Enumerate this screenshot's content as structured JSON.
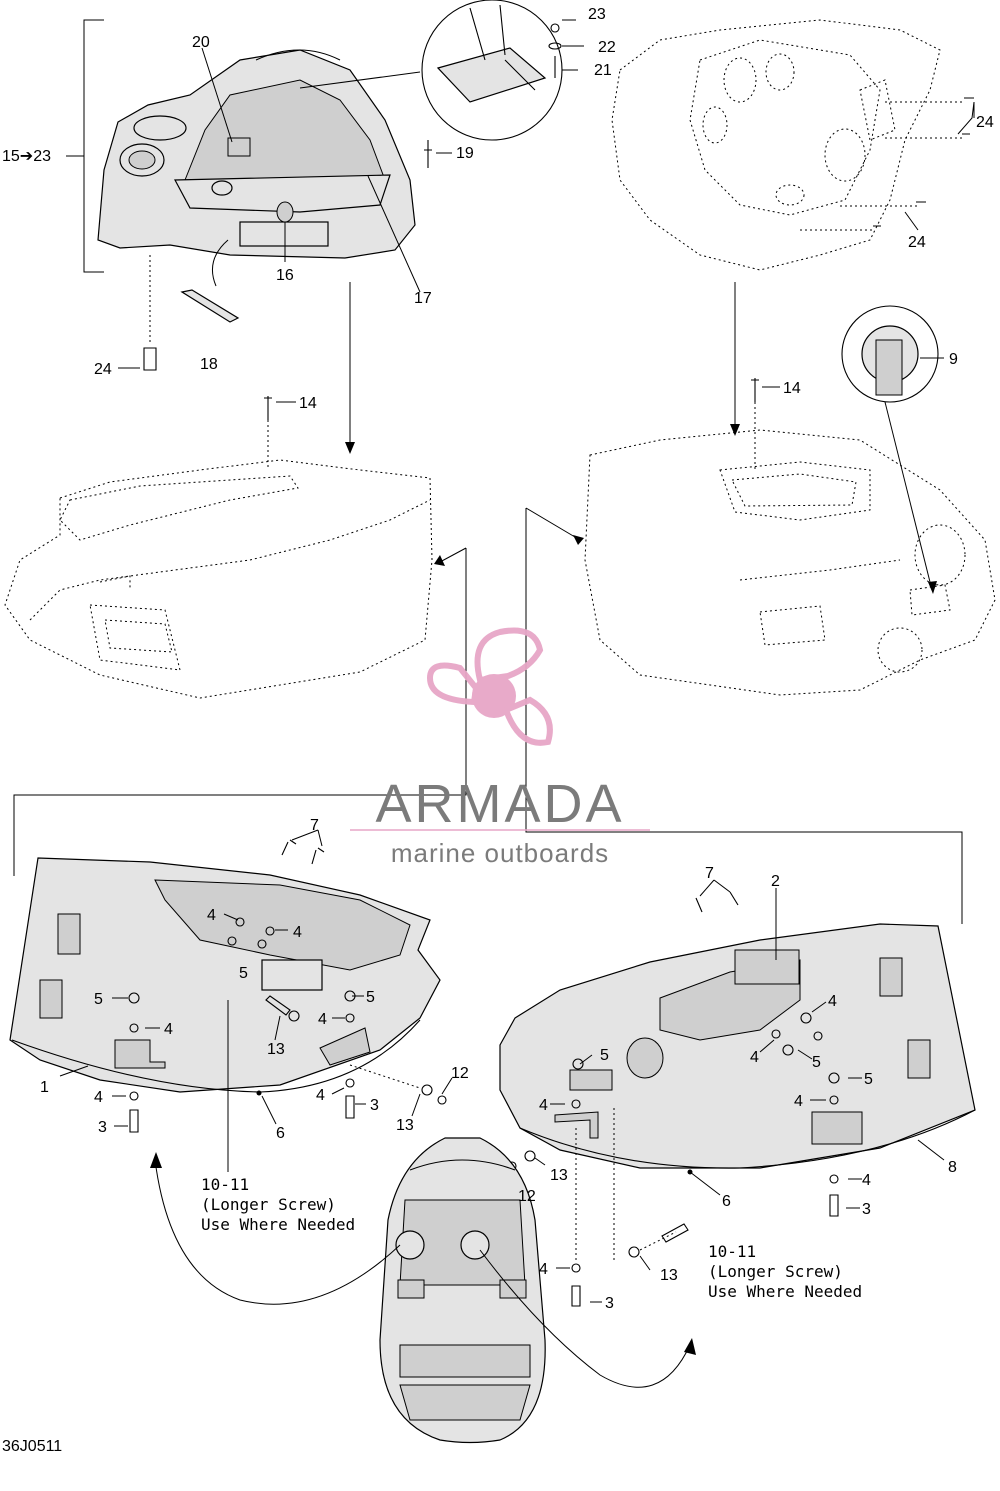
{
  "watermark": {
    "brand": "ARMADA",
    "tagline": "marine outboards",
    "logo_color": "#e7a6c7",
    "text_color": "#7b7b7b"
  },
  "diagram_code": "36J0511",
  "callouts": [
    {
      "id": "c-23-top",
      "text": "23"
    },
    {
      "id": "c-22",
      "text": "22"
    },
    {
      "id": "c-21",
      "text": "21"
    },
    {
      "id": "c-20",
      "text": "20"
    },
    {
      "id": "c-15-23",
      "text": "15➔23"
    },
    {
      "id": "c-19",
      "text": "19"
    },
    {
      "id": "c-16",
      "text": "16"
    },
    {
      "id": "c-17",
      "text": "17"
    },
    {
      "id": "c-18",
      "text": "18"
    },
    {
      "id": "c-24-a",
      "text": "24"
    },
    {
      "id": "c-24-b",
      "text": "24"
    },
    {
      "id": "c-24-c",
      "text": "24"
    },
    {
      "id": "c-14-a",
      "text": "14"
    },
    {
      "id": "c-14-b",
      "text": "14"
    },
    {
      "id": "c-9",
      "text": "9"
    },
    {
      "id": "c-7-a",
      "text": "7"
    },
    {
      "id": "c-7-b",
      "text": "7"
    },
    {
      "id": "c-2",
      "text": "2"
    },
    {
      "id": "c-1",
      "text": "1"
    },
    {
      "id": "c-8",
      "text": "8"
    },
    {
      "id": "c-6-a",
      "text": "6"
    },
    {
      "id": "c-6-b",
      "text": "6"
    },
    {
      "id": "c-12-a",
      "text": "12"
    },
    {
      "id": "c-12-b",
      "text": "12"
    },
    {
      "id": "c-13-a",
      "text": "13"
    },
    {
      "id": "c-13-b",
      "text": "13"
    },
    {
      "id": "c-13-c",
      "text": "13"
    },
    {
      "id": "c-13-d",
      "text": "13"
    }
  ],
  "notes": {
    "left": {
      "part": "10-11",
      "line1": "(Longer Screw)",
      "line2": "Use Where Needed"
    },
    "right": {
      "part": "10-11",
      "line1": "(Longer Screw)",
      "line2": "Use Where Needed"
    }
  },
  "hardware_labels": {
    "n3": "3",
    "n4": "4",
    "n5": "5"
  }
}
